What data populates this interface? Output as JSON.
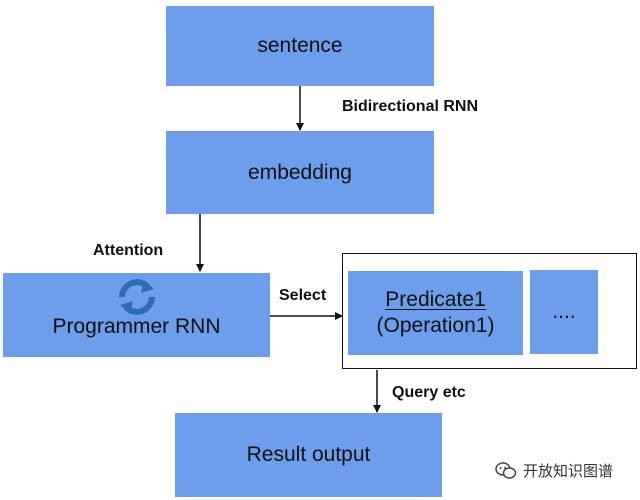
{
  "boxes": {
    "sentence": "sentence",
    "embedding": "embedding",
    "programmer": "Programmer RNN",
    "predicate_main": "Predicate1",
    "predicate_sub": "(Operation1)",
    "ellipsis": "....",
    "result": "Result output"
  },
  "edges": {
    "bidirectional": "Bidirectional RNN",
    "attention": "Attention",
    "select": "Select",
    "query": "Query etc"
  },
  "watermark": {
    "text": "开放知识图谱",
    "icon": "wechat-icon"
  },
  "colors": {
    "box_fill": "#6d9eeb",
    "loop_icon": "#2f6db3"
  }
}
